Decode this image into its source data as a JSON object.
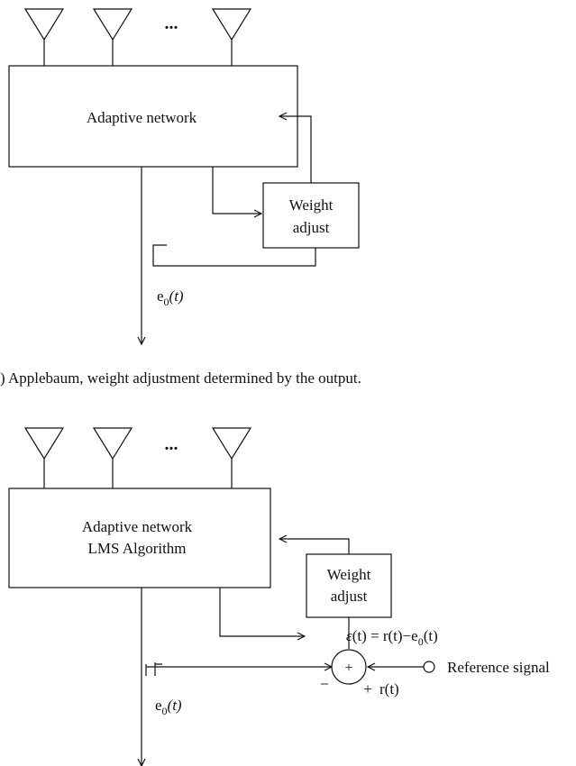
{
  "diagram_a": {
    "ellipsis": "...",
    "network_label": "Adaptive network",
    "weight_line1": "Weight",
    "weight_line2": "adjust",
    "output_label": "e",
    "output_sub": "0",
    "output_arg": "(t)",
    "caption": ") Applebaum, weight adjustment determined by the output."
  },
  "diagram_b": {
    "ellipsis": "...",
    "network_line1": "Adaptive network",
    "network_line2": "LMS Algorithm",
    "weight_line1": "Weight",
    "weight_line2": "adjust",
    "error_eq": {
      "eps": "ε",
      "eq_mid": "(t) = r(t)−e",
      "sub": "0",
      "tail": "(t)"
    },
    "summer_symbol": "+",
    "minus_sign": "−",
    "plus_sign": "+",
    "ref_input_label": "r(t)",
    "reference_label": "Reference signal",
    "output_label": "e",
    "output_sub": "0",
    "output_arg": "(t)"
  }
}
